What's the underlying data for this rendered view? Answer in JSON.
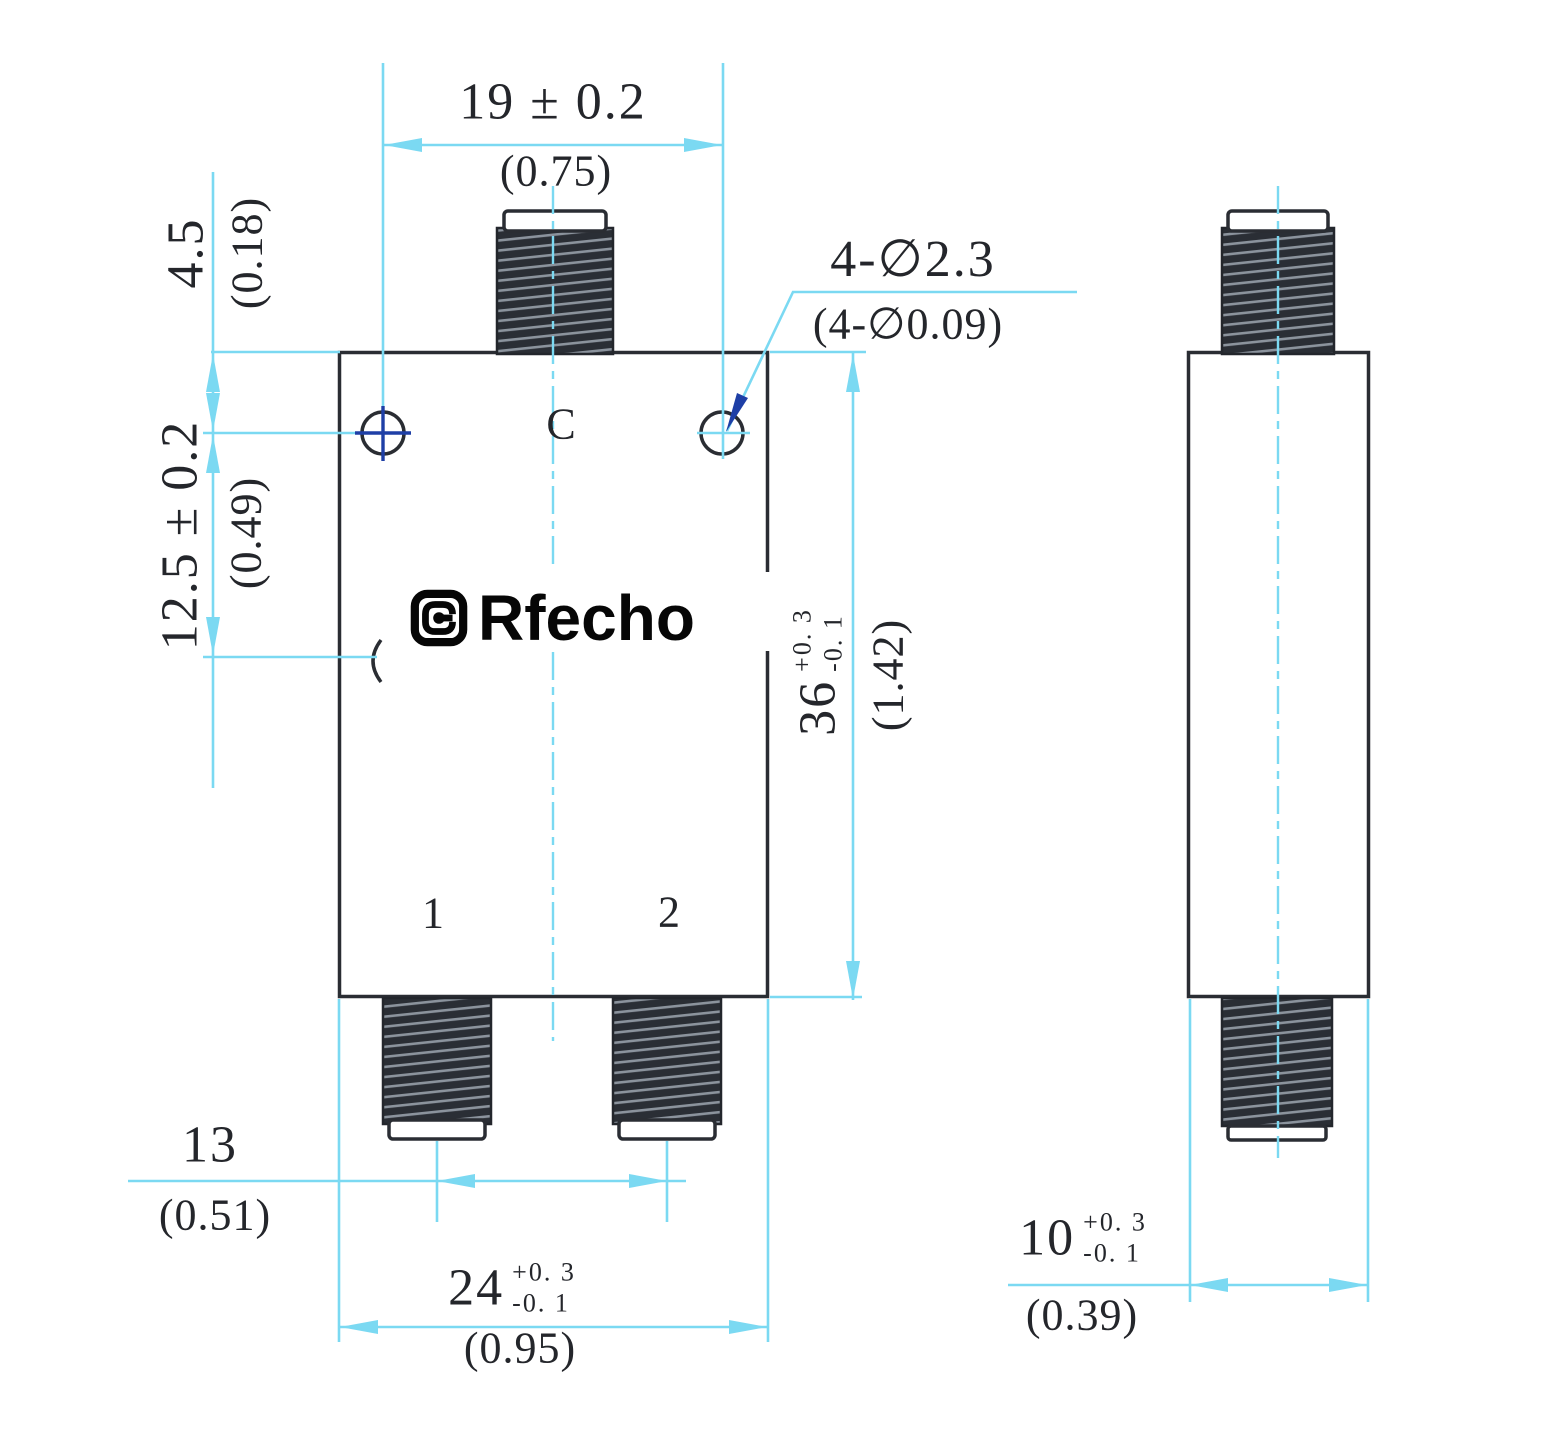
{
  "logo": {
    "text": "Rfecho"
  },
  "labels": {
    "common_port": "C",
    "port1": "1",
    "port2": "2"
  },
  "dimensions": {
    "top_width": {
      "mm": "19 ± 0.2",
      "inch": "(0.75)"
    },
    "hole_top_offset": {
      "mm": "4.5",
      "inch": "(0.18)"
    },
    "hole_side_offset": {
      "mm": "12.5 ± 0.2",
      "inch": "(0.49)"
    },
    "mount_holes": {
      "mm": "4-∅2.3",
      "inch": "(4-∅0.09)"
    },
    "height": {
      "mm": "36",
      "tol_plus": "+0. 3",
      "tol_minus": "-0. 1",
      "inch": "(1.42)"
    },
    "port_spacing": {
      "mm": "13",
      "inch": "(0.51)"
    },
    "width": {
      "mm": "24",
      "tol_plus": "+0. 3",
      "tol_minus": "-0. 1",
      "inch": "(0.95)"
    },
    "depth": {
      "mm": "10",
      "tol_plus": "+0. 3",
      "tol_minus": "-0. 1",
      "inch": "(0.39)"
    }
  },
  "colors": {
    "dimension_line": "#7bd9f2",
    "accent_blue": "#1e3fa6",
    "outline": "#2a2d33",
    "text": "#24262b"
  }
}
